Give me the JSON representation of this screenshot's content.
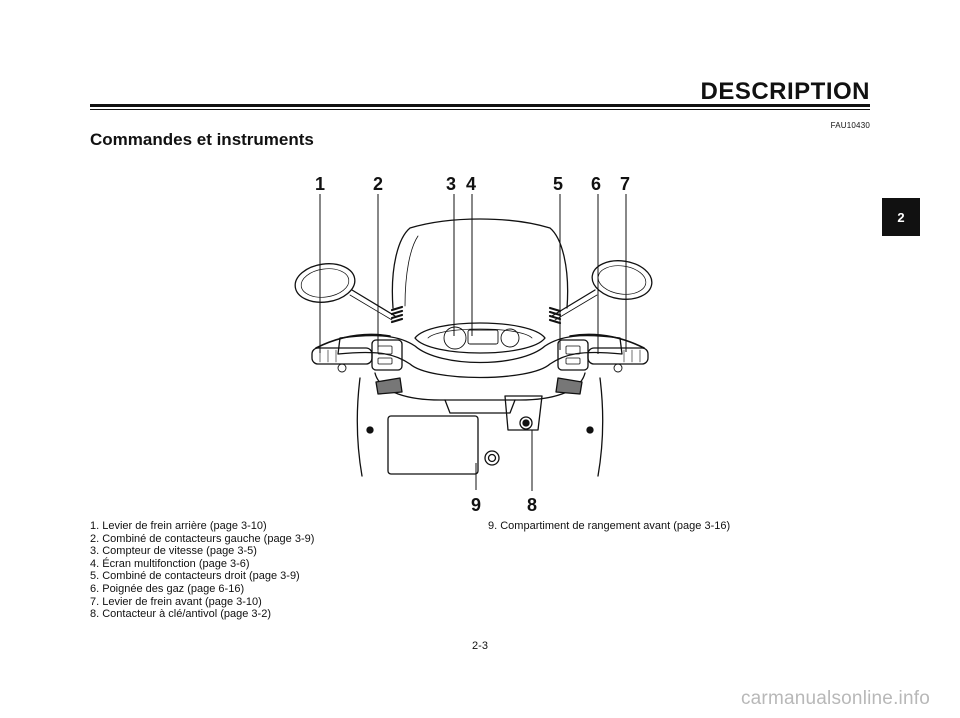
{
  "header": {
    "title": "DESCRIPTION",
    "ref_code": "FAU10430"
  },
  "section": {
    "title": "Commandes et instruments"
  },
  "chapter_tab": {
    "label": "2"
  },
  "diagram": {
    "callouts": [
      "1",
      "2",
      "3",
      "4",
      "5",
      "6",
      "7",
      "8",
      "9"
    ]
  },
  "legend": {
    "column1": [
      "1. Levier de frein arrière (page 3-10)",
      "2. Combiné de contacteurs gauche (page 3-9)",
      "3. Compteur de vitesse (page 3-5)",
      "4. Écran multifonction (page 3-6)",
      "5. Combiné de contacteurs droit (page 3-9)",
      "6. Poignée des gaz (page 6-16)",
      "7. Levier de frein avant (page 3-10)",
      "8. Contacteur à clé/antivol (page 3-2)"
    ],
    "column2": [
      "9. Compartiment de rangement avant (page 3-16)"
    ]
  },
  "footer": {
    "page_number": "2-3",
    "watermark": "carmanualsonline.info"
  }
}
